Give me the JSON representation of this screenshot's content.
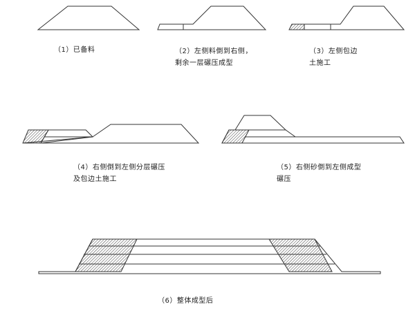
{
  "steps": [
    {
      "label": "（1）已备料"
    },
    {
      "label": "（2）左侧料倒到右侧，剩余一层碾压成型"
    },
    {
      "label": "（3）左侧包边土施工"
    },
    {
      "label": "（4）右侧倒到左侧分层碾压及包边土施工"
    },
    {
      "label": "（5）右侧砂倒到左侧成型碾压"
    },
    {
      "label": "（6）整体成型后"
    }
  ],
  "colors": {
    "stroke": "#333333",
    "hatch": "#444444",
    "text": "#222222",
    "background": "#ffffff"
  }
}
